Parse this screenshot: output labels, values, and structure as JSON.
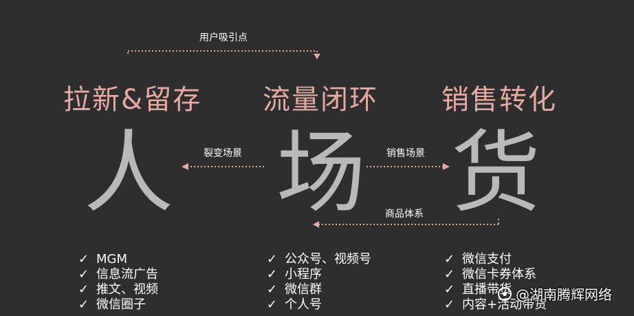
{
  "top_arrow_label": "用户吸引点",
  "headlines": [
    "拉新&留存",
    "流量闭环",
    "销售转化"
  ],
  "big_chars": [
    "人",
    "场",
    "货"
  ],
  "mid_labels": {
    "left": "裂变场景",
    "right": "销售场景",
    "bottom": "商品体系"
  },
  "check_glyph": "✓",
  "lists": {
    "people": [
      "MGM",
      "信息流广告",
      "推文、视频",
      "微信圈子"
    ],
    "venue": [
      "公众号、视频号",
      "小程序",
      "微信群",
      "个人号"
    ],
    "goods": [
      "微信支付",
      "微信卡券体系",
      "直播带货",
      "内容+活动带货"
    ]
  },
  "watermark": "@湖南腾辉网络",
  "colors": {
    "background": "#2e2e2e",
    "headline": "#e6a9a4",
    "big_char": "#b9b9b9",
    "arrow": "#e6a9a4"
  }
}
